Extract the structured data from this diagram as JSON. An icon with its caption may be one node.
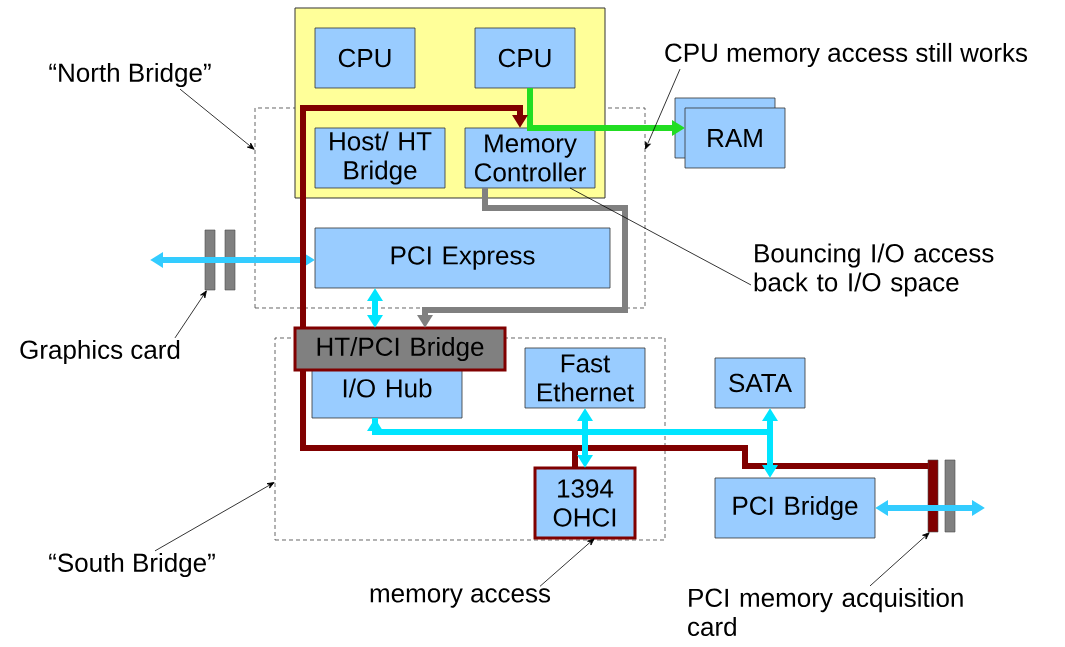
{
  "diagram": {
    "nodes": [
      {
        "text": [],
        "shape": "box"
      },
      {
        "text": [],
        "shape": "box"
      },
      {
        "text": [
          "CPU"
        ],
        "in": 1
      },
      {
        "text": [
          "CPU"
        ],
        "in": 1
      },
      {
        "text": [
          "Host/ HT Bridge"
        ]
      },
      {
        "text": [
          "Memory Controller"
        ]
      },
      {
        "text": [
          "RAM"
        ]
      },
      {
        "text": [
          "PCI Express"
        ],
        "in": 0
      },
      {
        "text": [],
        "shape": "box"
      },
      {
        "text": [
          "HT/PCI Bridge"
        ]
      },
      {
        "text": [
          "I/O Hub"
        ],
        "in": 8
      },
      {
        "text": [
          "Fast Ethernet"
        ],
        "in": 8
      },
      {
        "text": [
          "1394 OHCI"
        ],
        "in": 8
      },
      {
        "text": [
          "SATA"
        ]
      },
      {
        "text": [
          "PCI Bridge"
        ]
      },
      {
        "text": [],
        "shape": "bar"
      },
      {
        "text": [],
        "shape": "bar"
      },
      {
        "text": [
          "“North Bridge”"
        ]
      },
      {
        "text": [
          "CPU memory access still works"
        ]
      },
      {
        "text": [
          "Bouncing I/O access back to I/O space"
        ]
      },
      {
        "text": [
          "Graphics card"
        ]
      },
      {
        "text": [
          "“South Bridge”"
        ]
      },
      {
        "text": [
          "memory access"
        ]
      },
      {
        "text": [
          "PCI memory acquisition card"
        ]
      }
    ],
    "edges": [
      {
        "from": 3,
        "to": 6,
        "arrow": "to",
        "color": "#22dd22"
      },
      {
        "from": 5,
        "to": 9,
        "arrow": "to",
        "color": "#808080"
      },
      {
        "from": 12,
        "to": 9,
        "arrow": "none",
        "color": "#800000"
      },
      {
        "from": 16,
        "to": 9,
        "arrow": "none",
        "color": "#800000"
      },
      {
        "from": null,
        "to": 7,
        "arrow": "both",
        "color": "#33ccff"
      },
      {
        "from": 7,
        "to": 9,
        "arrow": "both",
        "color": "#00e5ff"
      },
      {
        "from": 10,
        "to": 13,
        "arrow": "both",
        "color": "#00e5ff"
      },
      {
        "from": 10,
        "to": 14,
        "arrow": "to",
        "color": "#00e5ff"
      },
      {
        "from": 11,
        "to": 12,
        "arrow": "both",
        "color": "#00e5ff"
      },
      {
        "from": 14,
        "to": null,
        "arrow": "both",
        "color": "#33ccff"
      },
      {
        "from": 17,
        "to": 0,
        "arrow": "to"
      },
      {
        "from": 18,
        "to": 0,
        "arrow": "to"
      },
      {
        "from": 19,
        "to": 5,
        "arrow": "none"
      },
      {
        "from": 20,
        "to": 15,
        "arrow": "to"
      },
      {
        "from": 21,
        "to": 8,
        "arrow": "to"
      },
      {
        "from": 22,
        "to": 12,
        "arrow": "to"
      },
      {
        "from": 23,
        "to": 16,
        "arrow": "to"
      },
      {
        "from": 9,
        "to": 5,
        "arrow": "to",
        "color": "#800000"
      }
    ]
  }
}
